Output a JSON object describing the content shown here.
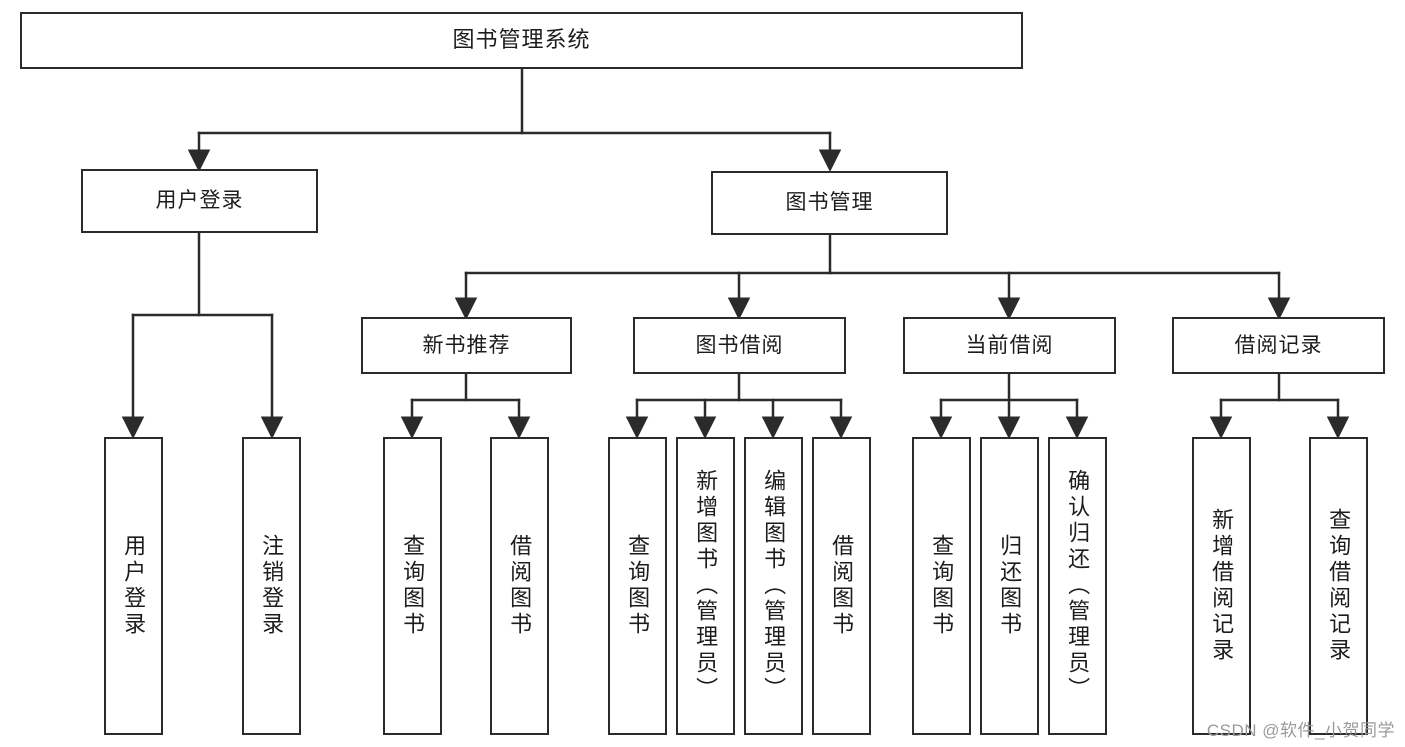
{
  "diagram": {
    "title": "图书管理系统",
    "type": "tree",
    "background": "#ffffff",
    "line_color": "#2b2b2b",
    "text_color": "#1c1c1c"
  },
  "nodes": {
    "root": {
      "label": "图书管理系统"
    },
    "level2": [
      {
        "label": "用户登录"
      },
      {
        "label": "图书管理"
      }
    ],
    "level3": [
      {
        "label": "新书推荐"
      },
      {
        "label": "图书借阅"
      },
      {
        "label": "当前借阅"
      },
      {
        "label": "借阅记录"
      }
    ],
    "leaves": {
      "user_login": [
        {
          "label": "用户登录"
        },
        {
          "label": "注销登录"
        }
      ],
      "new_book": [
        {
          "label": "查询图书"
        },
        {
          "label": "借阅图书"
        }
      ],
      "book_borrow": [
        {
          "label": "查询图书"
        },
        {
          "label": "新增图书（管理员）"
        },
        {
          "label": "编辑图书（管理员）"
        },
        {
          "label": "借阅图书"
        }
      ],
      "current_borrow": [
        {
          "label": "查询图书"
        },
        {
          "label": "归还图书"
        },
        {
          "label": "确认归还（管理员）"
        }
      ],
      "borrow_record": [
        {
          "label": "新增借阅记录"
        },
        {
          "label": "查询借阅记录"
        }
      ]
    }
  },
  "watermark": {
    "text": "CSDN @软件_小贺同学"
  }
}
